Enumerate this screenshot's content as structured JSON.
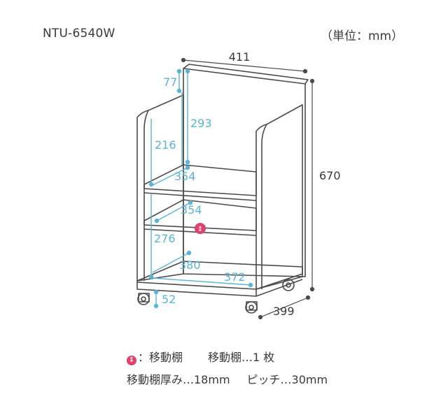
{
  "header": {
    "model": "NTU-6540W",
    "unit": "（単位：mm）"
  },
  "colors": {
    "outline": "#4a4a4a",
    "dimension_blue": "#5ab3d9",
    "movable_marker": "#e0416f"
  },
  "dimensions": {
    "width": "411",
    "height": "670",
    "depth": "399",
    "top_gap": "77",
    "upper_inner_height": "293",
    "side_panel_height": "216",
    "upper_shelf_depth": "354",
    "middle_shelf_depth": "354",
    "lower_inner_height": "276",
    "bottom_depth": "380",
    "bottom_width": "372",
    "caster_height": "52"
  },
  "legend": {
    "marker_label": "：移動棚",
    "movable_count": "移動棚…1 枚",
    "thickness": "移動棚厚み…18mm",
    "pitch": "ピッチ…30mm"
  }
}
